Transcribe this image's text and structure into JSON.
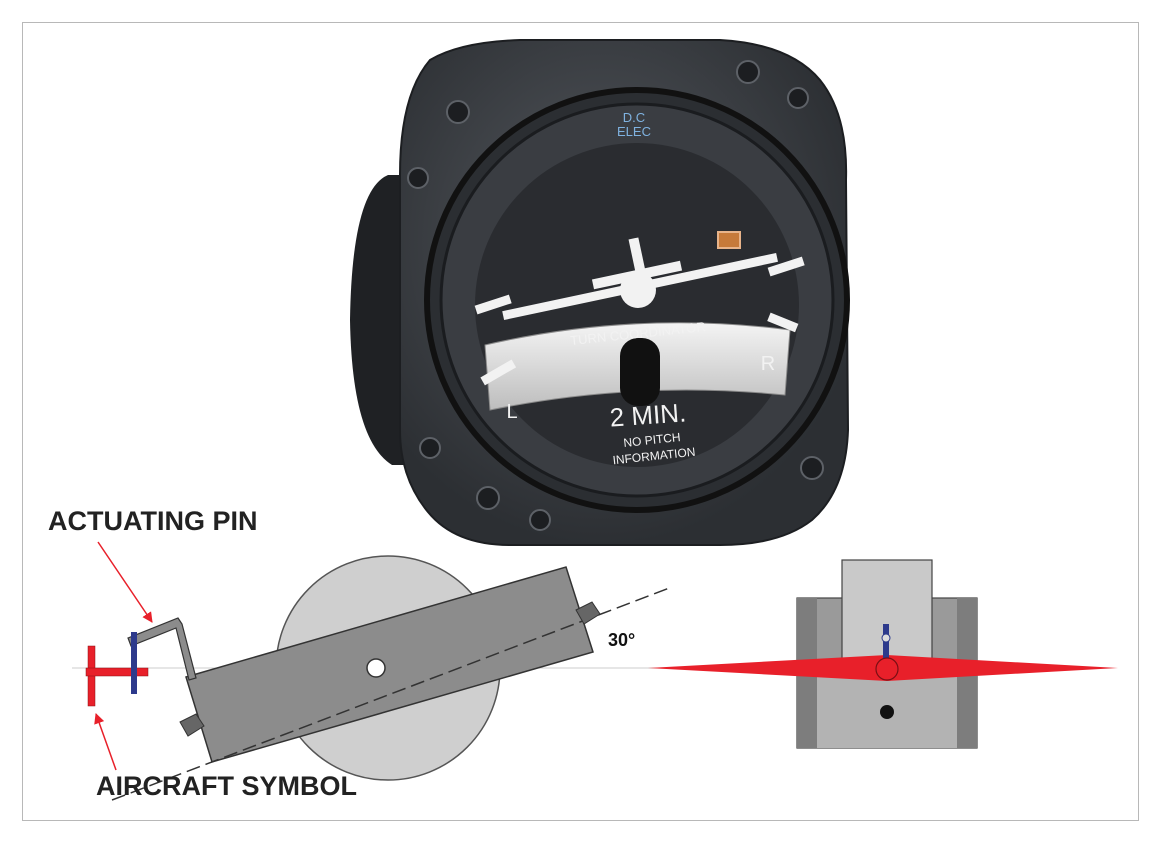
{
  "instrument": {
    "top_label_line1": "D.C",
    "top_label_line2": "ELEC",
    "title": "TURN COORDINATOR",
    "left_mark": "L",
    "right_mark": "R",
    "rate": "2 MIN.",
    "note_line1": "NO PITCH",
    "note_line2": "INFORMATION"
  },
  "diagram": {
    "actuating_pin_label": "ACTUATING PIN",
    "aircraft_symbol_label": "AIRCRAFT SYMBOL",
    "angle_label": "30°"
  },
  "colors": {
    "bezel": "#3a3d42",
    "dial": "#2a2c30",
    "gimbal": "#8c8c8c",
    "rotor": "#cfcfcf",
    "red": "#e8202a",
    "blue": "#2d3a8c",
    "dial_text": "#7fb2e0"
  }
}
